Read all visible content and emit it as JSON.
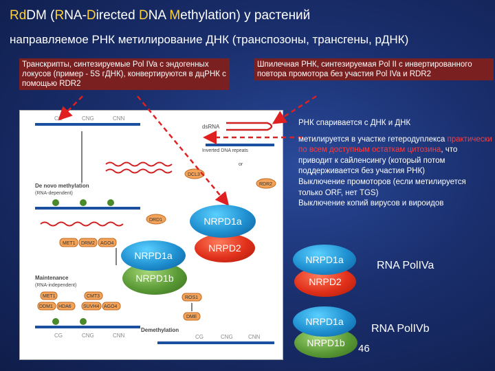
{
  "title": {
    "parts": [
      {
        "text": "Rd",
        "hl": true
      },
      {
        "text": "DM (",
        "hl": false
      },
      {
        "text": "R",
        "hl": true
      },
      {
        "text": "NA-",
        "hl": false
      },
      {
        "text": "D",
        "hl": true
      },
      {
        "text": "irected ",
        "hl": false
      },
      {
        "text": "D",
        "hl": true
      },
      {
        "text": "NA ",
        "hl": false
      },
      {
        "text": "M",
        "hl": true
      },
      {
        "text": "ethylation) у растений",
        "hl": false
      }
    ]
  },
  "subtitle": "направляемое РНК метилирование ДНК (транспозоны, трансгены, рДНК)",
  "notes": {
    "left": "Транскрипты, синтезируемые Pol IVa с эндогенных локусов (пример - 5S гДНК), конвертируются в дцРНК с помощью RDR2",
    "right": "Шпилечная РНК, синтезируемая Pol II с инвертированного повтора промотора без участия Pol IVa и RDR2"
  },
  "right_text": {
    "line1": "РНК спаривается с ДНК и ДНК",
    "line2a": "метилируется в участке гетеродуплекса ",
    "line2_hl": "практически по всем доступным остаткам цитозина",
    "line2b": ", что приводит к сайленсингу (который потом поддерживается без участия РНК)",
    "line3": "Выключение промоторов (если метилируется только ORF, нет TGS)",
    "line4": "Выключение копий вирусов и вироидов"
  },
  "figure": {
    "top_sites": [
      "CG",
      "CNG",
      "CNN"
    ],
    "dsRNA": "dsRNA",
    "inverted": "Inverted DNA repeats",
    "or": "or",
    "dcl3": "DCL3",
    "rdr2": "RDR2",
    "denovo": "De novo methylation",
    "denovo_sub": "(RNA-dependent)",
    "drd1": "DRD1",
    "met1": "MET1",
    "drm2": "DRM2",
    "ago4": "AGO4",
    "maintenance": "Maintenance",
    "maintenance_sub": "(RNA-independent)",
    "met1b": "MET1",
    "cmt3": "CMT3",
    "ddm1": "DDM1",
    "hda6": "HDA6",
    "suvh4": "SUVH4",
    "ago4b": "AGO4",
    "ros1": "ROS1",
    "dme": "DME",
    "demethylation": "Demethylation",
    "bottom_sites": [
      "CG",
      "CNG",
      "CNN"
    ],
    "bottom_sites2": [
      "CG",
      "CNG",
      "CNN"
    ]
  },
  "ellipses": {
    "nrpd1a_center": "NRPD1a",
    "nrpd2_center": "NRPD2",
    "nrpd1a_left": "NRPD1a",
    "nrpd1b_left": "NRPD1b",
    "nrpd1a_right1": "NRPD1a",
    "nrpd2_right": "NRPD2",
    "nrpd1a_right2": "NRPD1a",
    "nrpd1b_right": "NRPD1b"
  },
  "labels": {
    "pol_iva": "RNA PolIVa",
    "pol_ivb": "RNA PolIVb"
  },
  "page_number": "46",
  "colors": {
    "highlight": "#ffd23c",
    "note_bg": "#7a2020",
    "arrow": "#e02020"
  }
}
